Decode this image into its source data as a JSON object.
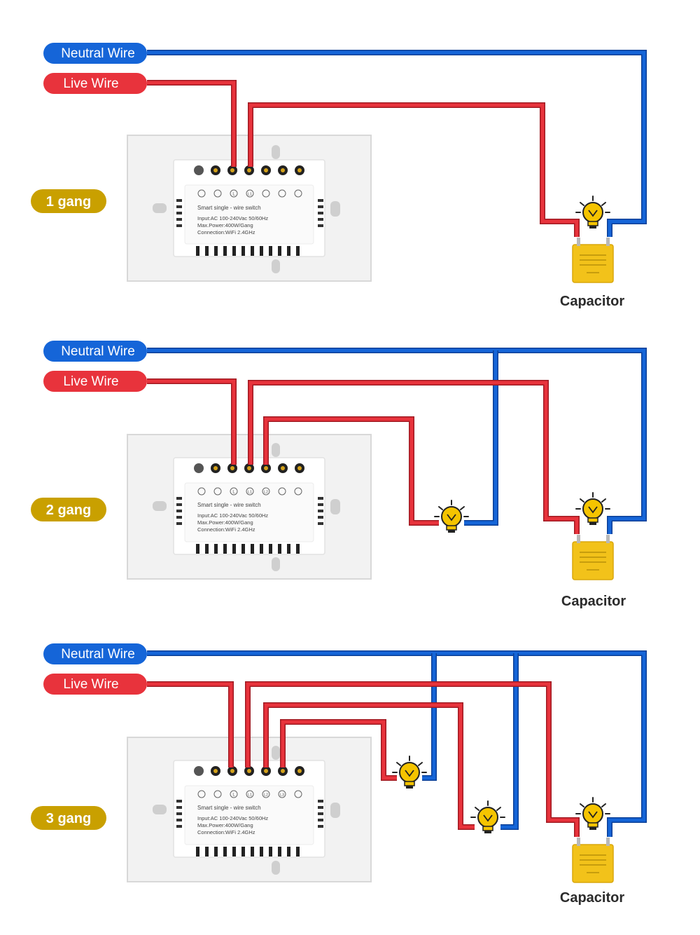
{
  "labels": {
    "neutral": "Neutral Wire",
    "live": "Live Wire",
    "capacitor": "Capacitor"
  },
  "module": {
    "title": "Smart single - wire switch",
    "input": "Input:AC 100-240Vac 50/60Hz",
    "power": "Max.Power:400W/Gang",
    "connection": "Connection:WiFi 2.4GHz"
  },
  "sections": [
    {
      "gang_label": "1 gang",
      "terminals": [
        "",
        "",
        "L",
        "L1",
        "",
        "",
        ""
      ]
    },
    {
      "gang_label": "2 gang",
      "terminals": [
        "",
        "",
        "L",
        "L1",
        "L2",
        "",
        ""
      ]
    },
    {
      "gang_label": "3 gang",
      "terminals": [
        "",
        "",
        "L",
        "L1",
        "L2",
        "L3",
        ""
      ]
    }
  ],
  "colors": {
    "neutral": "#1565d8",
    "live": "#e8333c",
    "gang_badge": "#c9a000",
    "capacitor": "#f2c21a",
    "bulb": "#f5c400"
  }
}
